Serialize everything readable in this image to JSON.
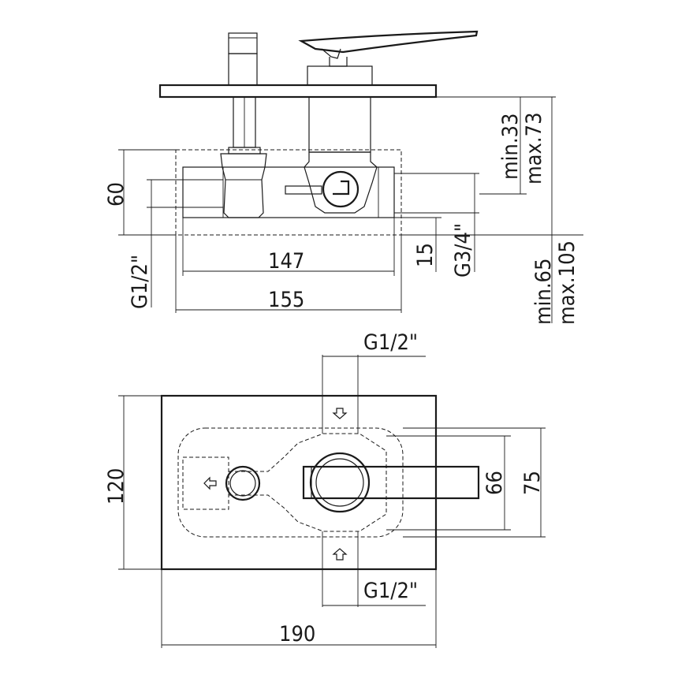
{
  "drawing": {
    "side_view": {
      "dim_width_inner": "147",
      "dim_width_outer": "155",
      "dim_height": "60",
      "dim_inlet_thread": "G1/2\"",
      "dim_bottom_offset": "15",
      "dim_outlet_thread": "G3/4\"",
      "dim_depth_min": "min.33",
      "dim_depth_max": "max.73",
      "dim_total_min": "min.65",
      "dim_total_max": "max.105"
    },
    "front_view": {
      "dim_width": "190",
      "dim_height": "120",
      "dim_lever_height": "66",
      "dim_rosette_height": "75",
      "thread_top": "G1/2\"",
      "thread_bottom": "G1/2\""
    }
  }
}
